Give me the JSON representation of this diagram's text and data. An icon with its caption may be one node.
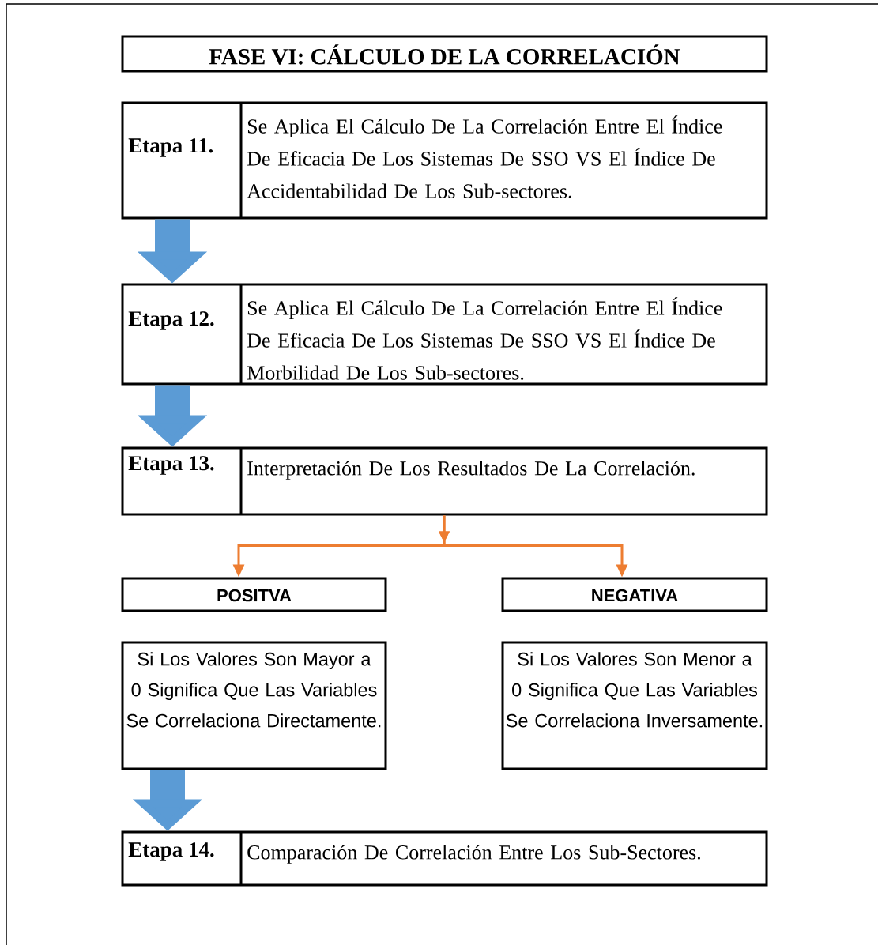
{
  "diagram": {
    "nodes": [
      {
        "text": [
          "FASE VI: CÁLCULO DE LA CORRELACIÓN"
        ]
      },
      {
        "text": [
          "Etapa 11.",
          "Se Aplica El Cálculo De La Correlación Entre El Índice De Eficacia De Los Sistemas De SSO VS El Índice De Accidentabilidad De Los Sub-sectores."
        ]
      },
      {
        "text": [
          "Etapa 12.",
          "Se Aplica El Cálculo De La Correlación Entre El Índice De Eficacia De Los Sistemas De SSO VS El Índice De Morbilidad De Los Sub-sectores."
        ]
      },
      {
        "text": [
          "Etapa 13.",
          "Interpretación De Los Resultados De La Correlación."
        ]
      },
      {
        "text": [
          "POSITVA"
        ]
      },
      {
        "text": [
          "NEGATIVA"
        ]
      },
      {
        "text": [
          "Si Los Valores Son Mayor a 0 Significa Que Las Variables Se Correlaciona Directamente."
        ]
      },
      {
        "text": [
          "Si Los Valores Son Menor a 0 Significa Que Las Variables Se Correlaciona Inversamente."
        ]
      },
      {
        "text": [
          "Etapa 14.",
          "Comparación De Correlación Entre Los Sub-Sectores."
        ]
      }
    ],
    "edges": [
      {
        "from": 1,
        "to": 2,
        "arrow": "to"
      },
      {
        "from": 2,
        "to": 3,
        "arrow": "to"
      },
      {
        "from": 3,
        "to": 4,
        "arrow": "to",
        "color": "#ed7d31"
      },
      {
        "from": 3,
        "to": 5,
        "arrow": "to",
        "color": "#ed7d31"
      },
      {
        "from": 6,
        "to": 8,
        "arrow": "to"
      }
    ]
  }
}
